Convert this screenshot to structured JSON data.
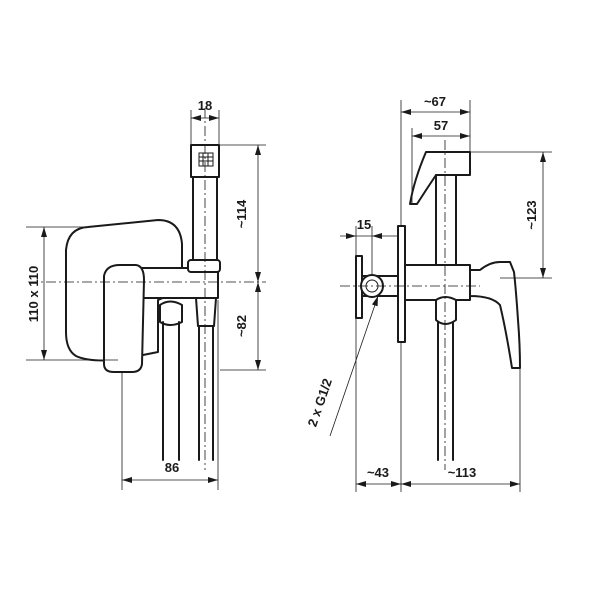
{
  "dimensions": {
    "front_width_top": "18",
    "front_height_upper": "~114",
    "front_height_lower": "~82",
    "front_plate_size": "110 x 110",
    "front_width_bottom": "86",
    "side_depth_total": "~67",
    "side_depth_handle": "57",
    "side_height": "~123",
    "side_connector_width": "15",
    "side_thread": "2 x G1/2",
    "side_depth_back": "~43",
    "side_depth_front": "~113"
  }
}
